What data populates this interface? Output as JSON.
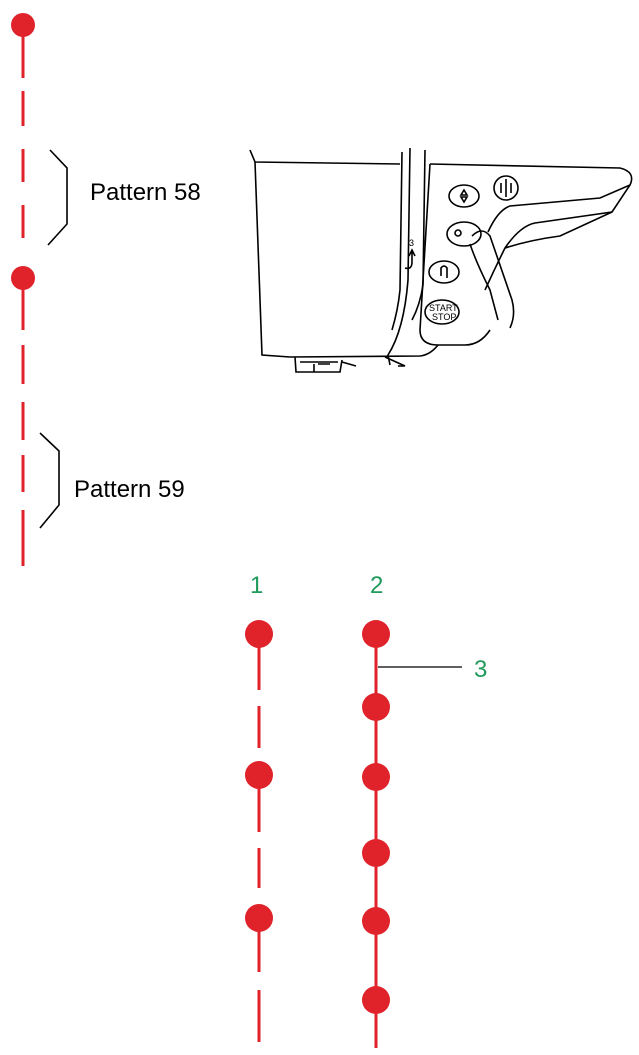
{
  "labels": {
    "pattern_a": "Pattern 58",
    "pattern_b": "Pattern 59",
    "callout_1": "1",
    "callout_2": "2",
    "callout_3": "3"
  },
  "machine": {
    "start_stop_top": "START",
    "start_stop_bottom": "STOP",
    "thread_guide_number": "3"
  },
  "colors": {
    "stitch": "#e0222b",
    "callout_number": "#1f9a5a"
  }
}
